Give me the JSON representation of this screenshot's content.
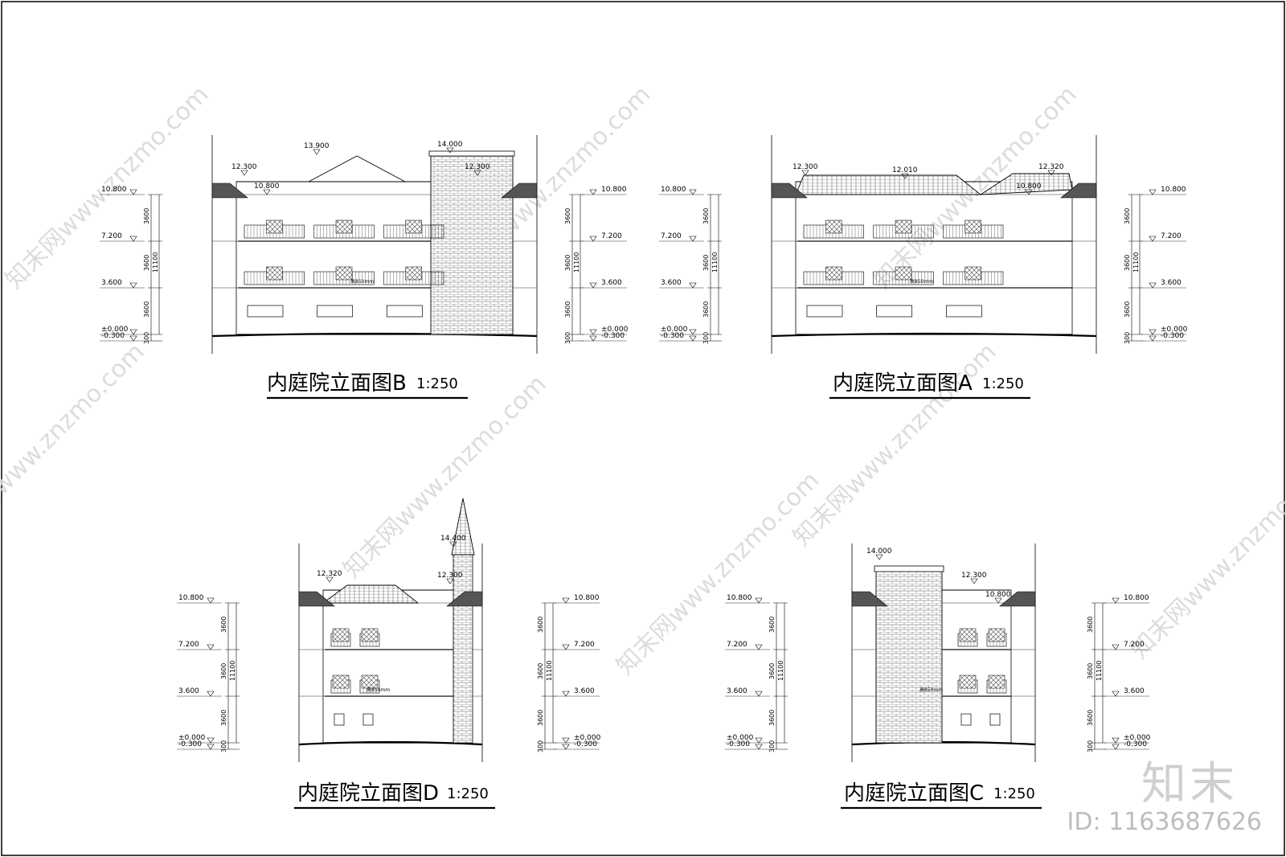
{
  "watermark": {
    "text": "知末网www.znzmo.com",
    "color": "#d9d9d9"
  },
  "brand": {
    "logo": "知末",
    "id": "ID: 1163687626"
  },
  "elevations": [
    {
      "key": "B",
      "title": "内庭院立面图B",
      "scale": "1:250",
      "levels_left": [
        "10.800",
        "7.200",
        "3.600",
        "±0.000",
        "-0.300"
      ],
      "levels_right": [
        "10.800",
        "7.200",
        "3.600",
        "±0.000",
        "-0.300"
      ],
      "dims": [
        "3600",
        "3600",
        "3600",
        "300",
        "11100"
      ],
      "tops": [
        "13.900",
        "14.000",
        "12.300",
        "12.300",
        "10.800"
      ],
      "note": "高850mm"
    },
    {
      "key": "A",
      "title": "内庭院立面图A",
      "scale": "1:250",
      "levels_left": [
        "10.800",
        "7.200",
        "3.600",
        "±0.000",
        "-0.300"
      ],
      "levels_right": [
        "10.800",
        "7.200",
        "3.600",
        "±0.000",
        "-0.300"
      ],
      "dims": [
        "3600",
        "3600",
        "3600",
        "300",
        "11100"
      ],
      "tops": [
        "12.300",
        "12.010",
        "12.320",
        "10.800"
      ],
      "note": "高850mm"
    },
    {
      "key": "D",
      "title": "内庭院立面图D",
      "scale": "1:250",
      "levels_left": [
        "10.800",
        "7.200",
        "3.600",
        "±0.000",
        "-0.300"
      ],
      "levels_right": [
        "10.800",
        "7.200",
        "3.600",
        "±0.000",
        "-0.300"
      ],
      "dims": [
        "3600",
        "3600",
        "3600",
        "300",
        "11100"
      ],
      "tops": [
        "14.400",
        "12.320",
        "12.300"
      ],
      "note": "高850mm"
    },
    {
      "key": "C",
      "title": "内庭院立面图C",
      "scale": "1:250",
      "levels_left": [
        "10.800",
        "7.200",
        "3.600",
        "±0.000",
        "-0.300"
      ],
      "levels_right": [
        "10.800",
        "7.200",
        "3.600",
        "±0.000",
        "-0.300"
      ],
      "dims": [
        "3600",
        "3600",
        "3600",
        "300",
        "11100"
      ],
      "tops": [
        "14.000",
        "12.300",
        "10.800"
      ],
      "note": "高850mm"
    }
  ]
}
